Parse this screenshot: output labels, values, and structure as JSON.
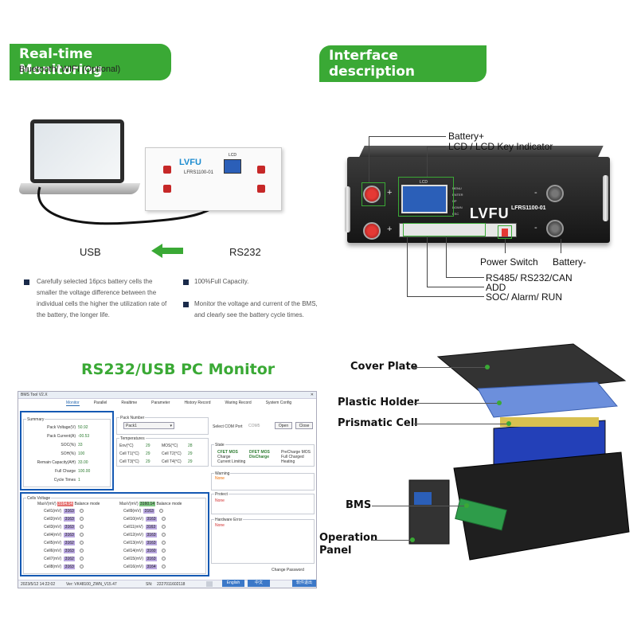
{
  "left_header": {
    "title": "Real-time Monitoring",
    "subtitle": "Bluetooth/ WIFI (Optional)"
  },
  "right_header": {
    "title": "Interface description"
  },
  "connection": {
    "left_label": "USB",
    "right_label": "RS232"
  },
  "small_battery": {
    "logo": "LVFU",
    "model": "LFRS1100-01",
    "lcd_tag": "LCD"
  },
  "features": [
    "Carefully selected 16pcs battery cells the smaller the voltage difference between the individual cells the higher the utilization rate of the battery, the longer life.",
    "100%Full Capacity.",
    "Monitor the voltage and current of the BMS, and clearly see the battery cycle times."
  ],
  "front_panel": {
    "logo": "LVFU",
    "model": "LFRS1100-01",
    "lcd_tag": "LCD",
    "keys": [
      "MENU",
      "ENTER",
      "UP",
      "DOWN",
      "ESC"
    ],
    "plus": "+",
    "minus": "-",
    "callouts": {
      "battery_plus": "Battery+",
      "lcd": "LCD / LCD Key Indicator",
      "power_switch": "Power Switch",
      "battery_minus": "Battery-",
      "comm": "RS485/ RS232/CAN",
      "add": "ADD",
      "soc": "SOC/ Alarm/ RUN"
    }
  },
  "pc_monitor": {
    "heading": "RS232/USB PC Monitor",
    "window_title": "BMS Tool V2.X",
    "tabs": [
      "Monitor",
      "Parallel",
      "Realtime",
      "Parameter",
      "History Record",
      "Waring Record",
      "System Config"
    ],
    "summary": {
      "title": "Summary",
      "rows": [
        {
          "k": "Pack Voltage(V)",
          "v": "50.92"
        },
        {
          "k": "Pack Current(A)",
          "v": "-00.53"
        },
        {
          "k": "SOC(%)",
          "v": "33"
        },
        {
          "k": "SOH(%)",
          "v": "100"
        },
        {
          "k": "Remain Capacity(AH)",
          "v": "33.00"
        },
        {
          "k": "Full Charge",
          "v": "100.00"
        },
        {
          "k": "Cycle Times",
          "v": "1"
        }
      ]
    },
    "pack_number": {
      "title": "Pack Number",
      "value": "Pack1"
    },
    "temperatures": {
      "title": "Temperatures",
      "rows": [
        [
          {
            "k": "Env(°C)",
            "v": "29"
          },
          {
            "k": "MOS(°C)",
            "v": "28"
          }
        ],
        [
          {
            "k": "Cell T1(°C)",
            "v": "29"
          },
          {
            "k": "Cell T2(°C)",
            "v": "29"
          }
        ],
        [
          {
            "k": "Cell T3(°C)",
            "v": "29"
          },
          {
            "k": "Cell T4(°C)",
            "v": "29"
          }
        ]
      ]
    },
    "com_port": {
      "label": "Select COM Port",
      "value": "COM5",
      "open": "Open",
      "close": "Close"
    },
    "state": {
      "title": "State",
      "col1": [
        "CFET MOS",
        "Charge",
        "Current Limiting"
      ],
      "col2": [
        "DFET MOS",
        "DisCharge"
      ],
      "col3": [
        "PreCharge MOS",
        "Full Charged",
        "Heating"
      ]
    },
    "warning": {
      "title": "Warning",
      "value": "None"
    },
    "protect": {
      "title": "Protect",
      "value": "None"
    },
    "hardware_error": {
      "title": "Hardware Error",
      "value": "None"
    },
    "cells": {
      "title": "Cells Voltage",
      "max_label": "MaxV(mV)",
      "max1": "3164.14",
      "balance_label": "Balance mode",
      "max2": "3160.14",
      "left": [
        {
          "k": "Cell1(mV)",
          "v": "3163"
        },
        {
          "k": "Cell2(mV)",
          "v": "3163"
        },
        {
          "k": "Cell3(mV)",
          "v": "3163"
        },
        {
          "k": "Cell4(mV)",
          "v": "3163"
        },
        {
          "k": "Cell5(mV)",
          "v": "3162"
        },
        {
          "k": "Cell6(mV)",
          "v": "3163"
        },
        {
          "k": "Cell7(mV)",
          "v": "3162"
        },
        {
          "k": "Cell8(mV)",
          "v": "3163"
        }
      ],
      "right": [
        {
          "k": "Cell9(mV)",
          "v": "3163"
        },
        {
          "k": "Cell10(mV)",
          "v": "3163"
        },
        {
          "k": "Cell11(mV)",
          "v": "3163"
        },
        {
          "k": "Cell12(mV)",
          "v": "3163"
        },
        {
          "k": "Cell13(mV)",
          "v": "3163"
        },
        {
          "k": "Cell14(mV)",
          "v": "3160"
        },
        {
          "k": "Cell15(mV)",
          "v": "3163"
        },
        {
          "k": "Cell16(mV)",
          "v": "3164"
        }
      ]
    },
    "change_password": "Change Password",
    "status": {
      "datetime": "2023/5/12 14:22:02",
      "ver": "Ver: VK48100_ZWN_V15.47",
      "sn_label": "SN:",
      "sn": "2227011602118"
    },
    "lang": [
      "English",
      "中文"
    ],
    "exit": "软件退出"
  },
  "exploded": {
    "labels": [
      "Cover Plate",
      "Plastic Holder",
      "Prismatic Cell",
      "BMS",
      "Operation Panel"
    ]
  },
  "colors": {
    "accent_green": "#3aa935",
    "highlight_blue": "#1559b3",
    "lcd_blue": "#2b5fb8"
  }
}
